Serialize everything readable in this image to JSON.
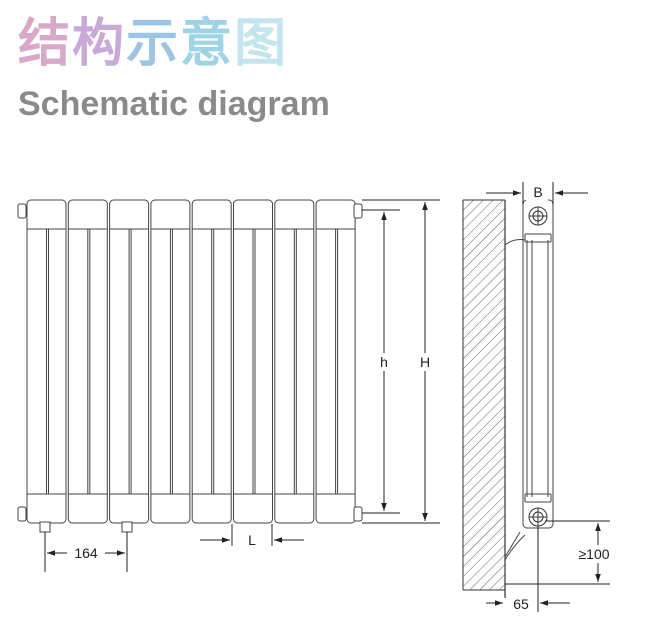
{
  "title": {
    "chinese_chars": [
      "结",
      "构",
      "示",
      "意",
      "图"
    ],
    "chinese_colors": [
      "#d8a8c8",
      "#c9a9d6",
      "#9dc4e2",
      "#9fd3e6",
      "#c3e6ee"
    ],
    "english": "Schematic diagram"
  },
  "labels": {
    "section_spacing": "164",
    "pitch": "L",
    "connection_height": "h",
    "total_height": "H",
    "depth": "B",
    "floor_clearance": "≥100",
    "wall_offset": "65"
  },
  "radiator": {
    "section_count": 8
  },
  "colors": {
    "line": "#333333",
    "hatch": "#555555"
  }
}
